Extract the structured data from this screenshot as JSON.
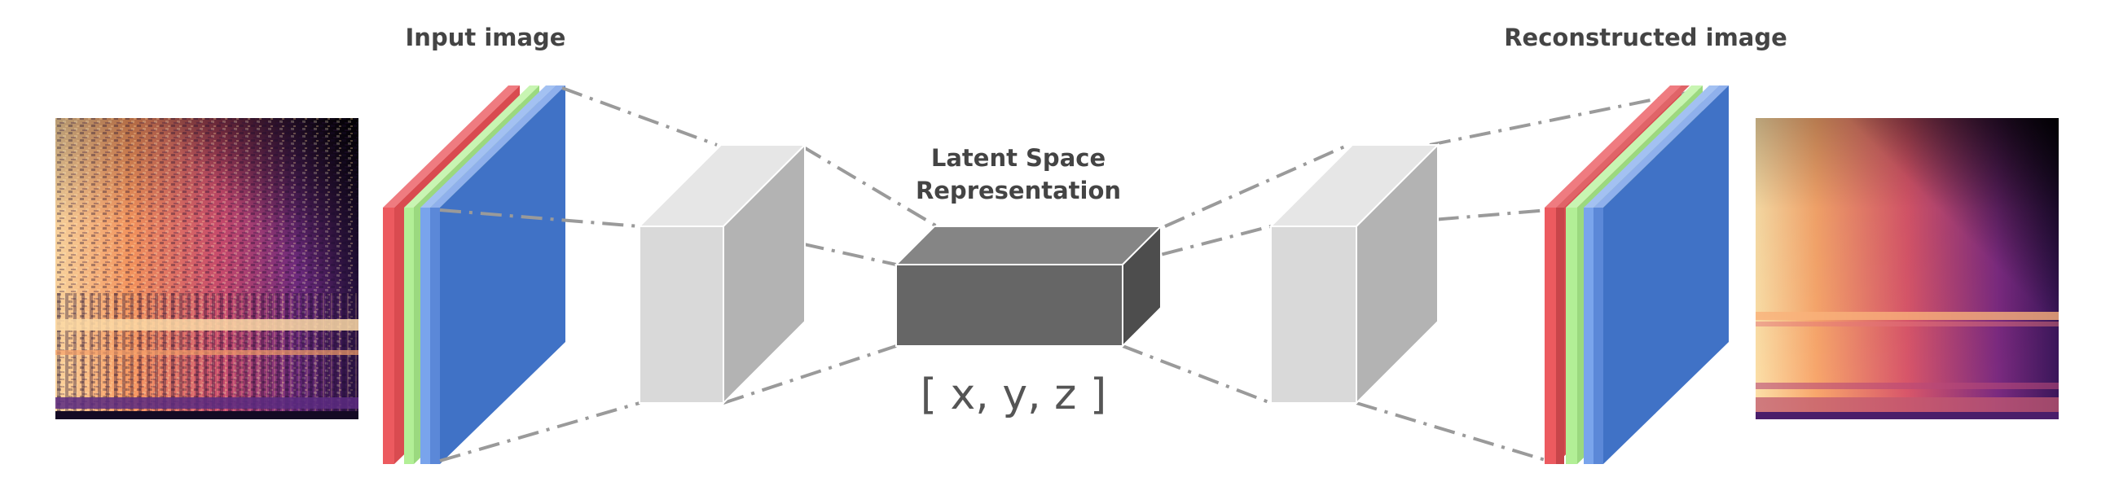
{
  "labels": {
    "input_image": "Input image",
    "reconstructed_image": "Reconstructed image",
    "latent_line1": "Latent Space",
    "latent_line2": "Representation",
    "latent_vector": "[ x, y, z ]"
  },
  "colors": {
    "channel_red": "#ec5a5f",
    "channel_green": "#b2ef96",
    "channel_blue_light": "#79a4ec",
    "channel_blue": "#4072c6",
    "block_light_front": "#d9d9d9",
    "block_light_top": "#e6e6e6",
    "block_light_side": "#b3b3b3",
    "block_dark_front": "#666666",
    "block_dark_top": "#858585",
    "block_dark_side": "#4d4d4d",
    "connector": "#9a9a9a"
  }
}
